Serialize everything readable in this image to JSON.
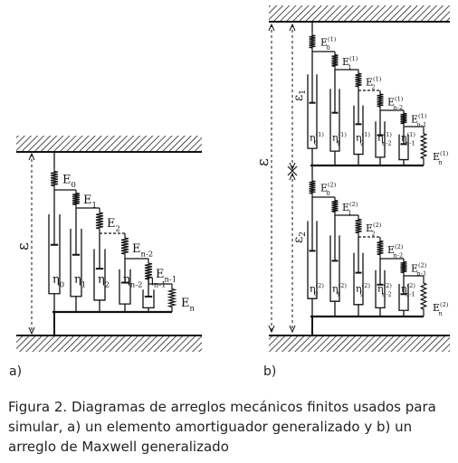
{
  "panel_a": {
    "label": "a)",
    "strain": "ε",
    "moduli": [
      {
        "base": "E",
        "sub": "0"
      },
      {
        "base": "E",
        "sub": "1"
      },
      {
        "base": "E",
        "sub": "2"
      },
      {
        "base": "E",
        "sub": "n-2"
      },
      {
        "base": "E",
        "sub": "n-1"
      },
      {
        "base": "E",
        "sub": "n"
      }
    ],
    "viscosities": [
      {
        "base": "η",
        "sub": "0"
      },
      {
        "base": "η",
        "sub": "1"
      },
      {
        "base": "η",
        "sub": "2"
      },
      {
        "base": "η",
        "sub": "n-2"
      },
      {
        "base": "η",
        "sub": "n-1"
      }
    ]
  },
  "panel_b": {
    "label": "b)",
    "strain": "ε",
    "strain_parts": [
      "ε",
      "ε"
    ],
    "strain_part_subs": [
      "1",
      "2"
    ],
    "blocks": [
      {
        "moduli": [
          {
            "base": "E",
            "sub": "0",
            "sup": "(1)"
          },
          {
            "base": "E",
            "sub": "1",
            "sup": "(1)"
          },
          {
            "base": "E",
            "sub": "2",
            "sup": "(1)"
          },
          {
            "base": "E",
            "sub": "n-2",
            "sup": "(1)"
          },
          {
            "base": "E",
            "sub": "n-1",
            "sup": "(1)"
          },
          {
            "base": "E",
            "sub": "n",
            "sup": "(1)"
          }
        ],
        "viscosities": [
          {
            "base": "η",
            "sub": "0",
            "sup": "(1)"
          },
          {
            "base": "η",
            "sub": "1",
            "sup": "(1)"
          },
          {
            "base": "η",
            "sub": "2",
            "sup": "(1)"
          },
          {
            "base": "η",
            "sub": "n-2",
            "sup": "(1)"
          },
          {
            "base": "η",
            "sub": "n-1",
            "sup": "(1)"
          }
        ]
      },
      {
        "moduli": [
          {
            "base": "E",
            "sub": "0",
            "sup": "(2)"
          },
          {
            "base": "E",
            "sub": "1",
            "sup": "(2)"
          },
          {
            "base": "E",
            "sub": "2",
            "sup": "(2)"
          },
          {
            "base": "E",
            "sub": "n-2",
            "sup": "(2)"
          },
          {
            "base": "E",
            "sub": "n-1",
            "sup": "(2)"
          },
          {
            "base": "E",
            "sub": "n",
            "sup": "(2)"
          }
        ],
        "viscosities": [
          {
            "base": "η",
            "sub": "0",
            "sup": "(2)"
          },
          {
            "base": "η",
            "sub": "1",
            "sup": "(2)"
          },
          {
            "base": "η",
            "sub": "2",
            "sup": "(2)"
          },
          {
            "base": "η",
            "sub": "n-2",
            "sup": "(2)"
          },
          {
            "base": "η",
            "sub": "n-1",
            "sup": "(2)"
          }
        ]
      }
    ]
  },
  "caption": "Figura 2. Diagramas de arreglos mecánicos finitos usados para simular, a) un elemento amortiguador generalizado y b) un arreglo de Maxwell generalizado"
}
